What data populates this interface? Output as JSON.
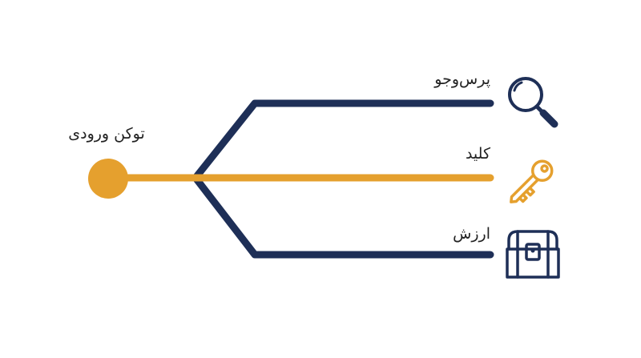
{
  "diagram": {
    "input_label": "توکن ورودی",
    "branches": [
      {
        "id": "query",
        "label": "پرس‌وجو",
        "icon": "magnifier-icon",
        "color": "#1e2f57"
      },
      {
        "id": "key",
        "label": "کلید",
        "icon": "key-icon",
        "color": "#e5a02e"
      },
      {
        "id": "value",
        "label": "ارزش",
        "icon": "treasure-chest-icon",
        "color": "#1e2f57"
      }
    ],
    "colors": {
      "navy": "#1e2f57",
      "orange": "#e5a02e",
      "background": "#ffffff"
    }
  }
}
